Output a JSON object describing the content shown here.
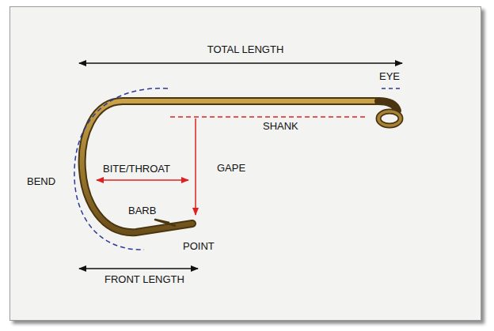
{
  "diagram": {
    "labels": [
      "TOTAL LENGTH",
      "EYE",
      "SHANK",
      "BITE/THROAT",
      "GAPE",
      "BEND",
      "BARB",
      "POINT",
      "FRONT LENGTH"
    ]
  }
}
